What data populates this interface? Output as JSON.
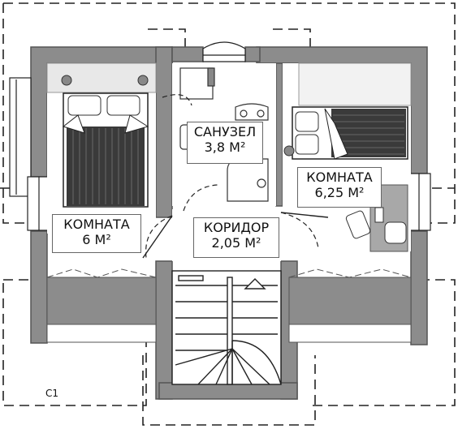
{
  "rooms": {
    "bathroom": {
      "name": "САНУЗЕЛ",
      "area": "3,8 М²"
    },
    "room_right": {
      "name": "КОМНАТА",
      "area": "6,25 М²"
    },
    "room_left": {
      "name": "КОМНАТА",
      "area": "6 М²"
    },
    "corridor": {
      "name": "КОРИДОР",
      "area": "2,05 М²"
    }
  },
  "section_mark": "С1",
  "colors": {
    "wall": "#8c8c8c",
    "wall_edge": "#555555",
    "floor_light": "#f2f2f2",
    "outline": "#222222",
    "bed_dark": "#3a3a3a"
  }
}
